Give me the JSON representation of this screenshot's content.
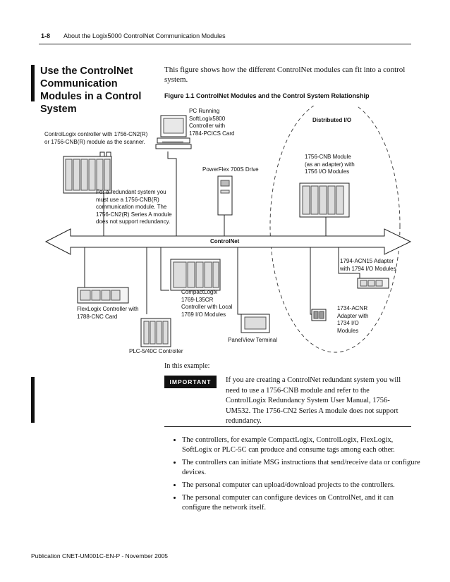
{
  "header": {
    "page_number": "1-8",
    "title": "About the Logix5000 ControlNet Communication Modules"
  },
  "section": {
    "title": "Use the ControlNet Communication Modules in a Control System",
    "intro": "This figure shows how the different ControlNet modules can fit into a control system."
  },
  "figure": {
    "title": "Figure 1.1 ControlNet Modules and the Control System Relationship",
    "network_label": "ControlNet",
    "distributed_io_label": "Distributed I/O",
    "labels": {
      "pc": [
        "PC Running",
        "SoftLogix5800",
        "Controller with",
        "1784-PCICS Card"
      ],
      "controllogix": [
        "ControlLogix controller with 1756-CN2(R)",
        "or 1756-CNB(R) module as the scanner."
      ],
      "redundant_note": [
        "For a redundant system you",
        "must use a 1756-CNB(R)",
        "communication module. The",
        "1756-CN2(R) Series A module",
        "does not support redundancy."
      ],
      "powerflex": [
        "PowerFlex 700S Drive"
      ],
      "cnb_adapter": [
        "1756-CNB Module",
        "(as an adapter) with",
        "1756 I/O Modules"
      ],
      "acn15": [
        "1794-ACN15 Adapter",
        "with 1794 I/O Modules"
      ],
      "compactlogix": [
        "CompactLogix",
        "1769-L35CR",
        "Controller with Local",
        "1769 I/O Modules"
      ],
      "flexlogix": [
        "FlexLogix Controller with",
        "1788-CNC Card"
      ],
      "acnr": [
        "1734-ACNR",
        "Adapter with",
        "1734 I/O",
        "Modules"
      ],
      "panelview": [
        "PanelView Terminal"
      ],
      "plc5": [
        "PLC-5/40C Controller"
      ]
    }
  },
  "example": {
    "lead": "In this example:",
    "important_label": "IMPORTANT",
    "important_text": "If you are creating a ControlNet redundant system you will need to use a 1756-CNB module and refer to the ControlLogix Redundancy System User Manual, 1756-UM532. The 1756-CN2 Series A module does not support redundancy.",
    "bullets": [
      "The controllers, for example CompactLogix, ControlLogix, FlexLogix, SoftLogix or PLC-5C can produce and consume tags among each other.",
      "The controllers can initiate MSG instructions that send/receive data or configure devices.",
      "The personal computer can upload/download projects to the controllers.",
      "The personal computer can configure devices on ControlNet, and it can configure the network itself."
    ]
  },
  "footer": {
    "publication": "Publication CNET-UM001C-EN-P - November 2005"
  }
}
